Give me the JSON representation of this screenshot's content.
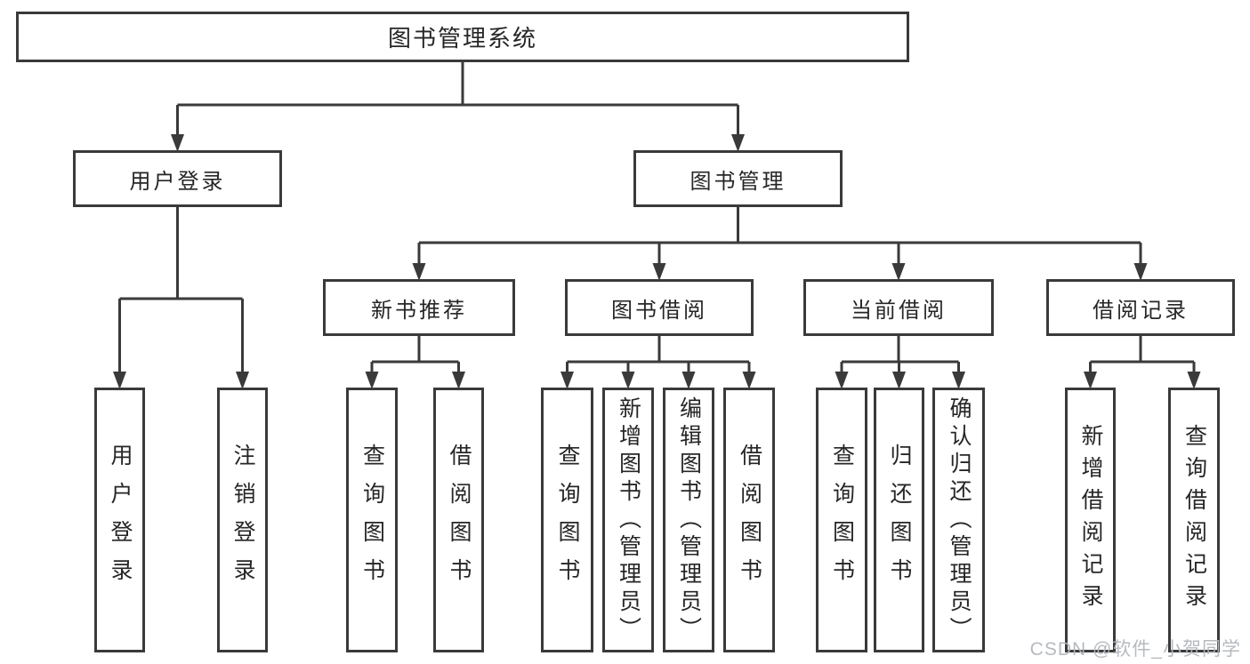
{
  "title": "图书管理系统",
  "watermark": "CSDN @软件_小贺同学",
  "colors": {
    "line": "#3a3a3a",
    "box_border": "#3a3a3a",
    "text": "#262626",
    "watermark": "#b2b6bc"
  },
  "nodes": [
    {
      "id": "root",
      "label": "图书管理系统"
    },
    {
      "id": "user-login",
      "label": "用户登录"
    },
    {
      "id": "book-mgmt",
      "label": "图书管理"
    },
    {
      "id": "new-book-rec",
      "label": "新书推荐"
    },
    {
      "id": "book-borrow",
      "label": "图书借阅"
    },
    {
      "id": "current-borrow",
      "label": "当前借阅"
    },
    {
      "id": "borrow-records",
      "label": "借阅记录"
    },
    {
      "id": "leaf-user-login",
      "label": "用户登录"
    },
    {
      "id": "leaf-logout",
      "label": "注销登录"
    },
    {
      "id": "leaf-rec-query",
      "label": "查询图书"
    },
    {
      "id": "leaf-rec-borrow",
      "label": "借阅图书"
    },
    {
      "id": "leaf-bb-query",
      "label": "查询图书"
    },
    {
      "id": "leaf-bb-add",
      "label": "新增图书（管理员）"
    },
    {
      "id": "leaf-bb-edit",
      "label": "编辑图书（管理员）"
    },
    {
      "id": "leaf-bb-borrow",
      "label": "借阅图书"
    },
    {
      "id": "leaf-cb-query",
      "label": "查询图书"
    },
    {
      "id": "leaf-cb-return",
      "label": "归还图书"
    },
    {
      "id": "leaf-cb-confirm",
      "label": "确认归还（管理员）"
    },
    {
      "id": "leaf-br-add",
      "label": "新增借阅记录"
    },
    {
      "id": "leaf-br-query",
      "label": "查询借阅记录"
    }
  ],
  "edges": [
    {
      "from": "root",
      "to": "user-login"
    },
    {
      "from": "root",
      "to": "book-mgmt"
    },
    {
      "from": "user-login",
      "to": "leaf-user-login"
    },
    {
      "from": "user-login",
      "to": "leaf-logout"
    },
    {
      "from": "book-mgmt",
      "to": "new-book-rec"
    },
    {
      "from": "book-mgmt",
      "to": "book-borrow"
    },
    {
      "from": "book-mgmt",
      "to": "current-borrow"
    },
    {
      "from": "book-mgmt",
      "to": "borrow-records"
    },
    {
      "from": "new-book-rec",
      "to": "leaf-rec-query"
    },
    {
      "from": "new-book-rec",
      "to": "leaf-rec-borrow"
    },
    {
      "from": "book-borrow",
      "to": "leaf-bb-query"
    },
    {
      "from": "book-borrow",
      "to": "leaf-bb-add"
    },
    {
      "from": "book-borrow",
      "to": "leaf-bb-edit"
    },
    {
      "from": "book-borrow",
      "to": "leaf-bb-borrow"
    },
    {
      "from": "current-borrow",
      "to": "leaf-cb-query"
    },
    {
      "from": "current-borrow",
      "to": "leaf-cb-return"
    },
    {
      "from": "current-borrow",
      "to": "leaf-cb-confirm"
    },
    {
      "from": "borrow-records",
      "to": "leaf-br-add"
    },
    {
      "from": "borrow-records",
      "to": "leaf-br-query"
    }
  ]
}
